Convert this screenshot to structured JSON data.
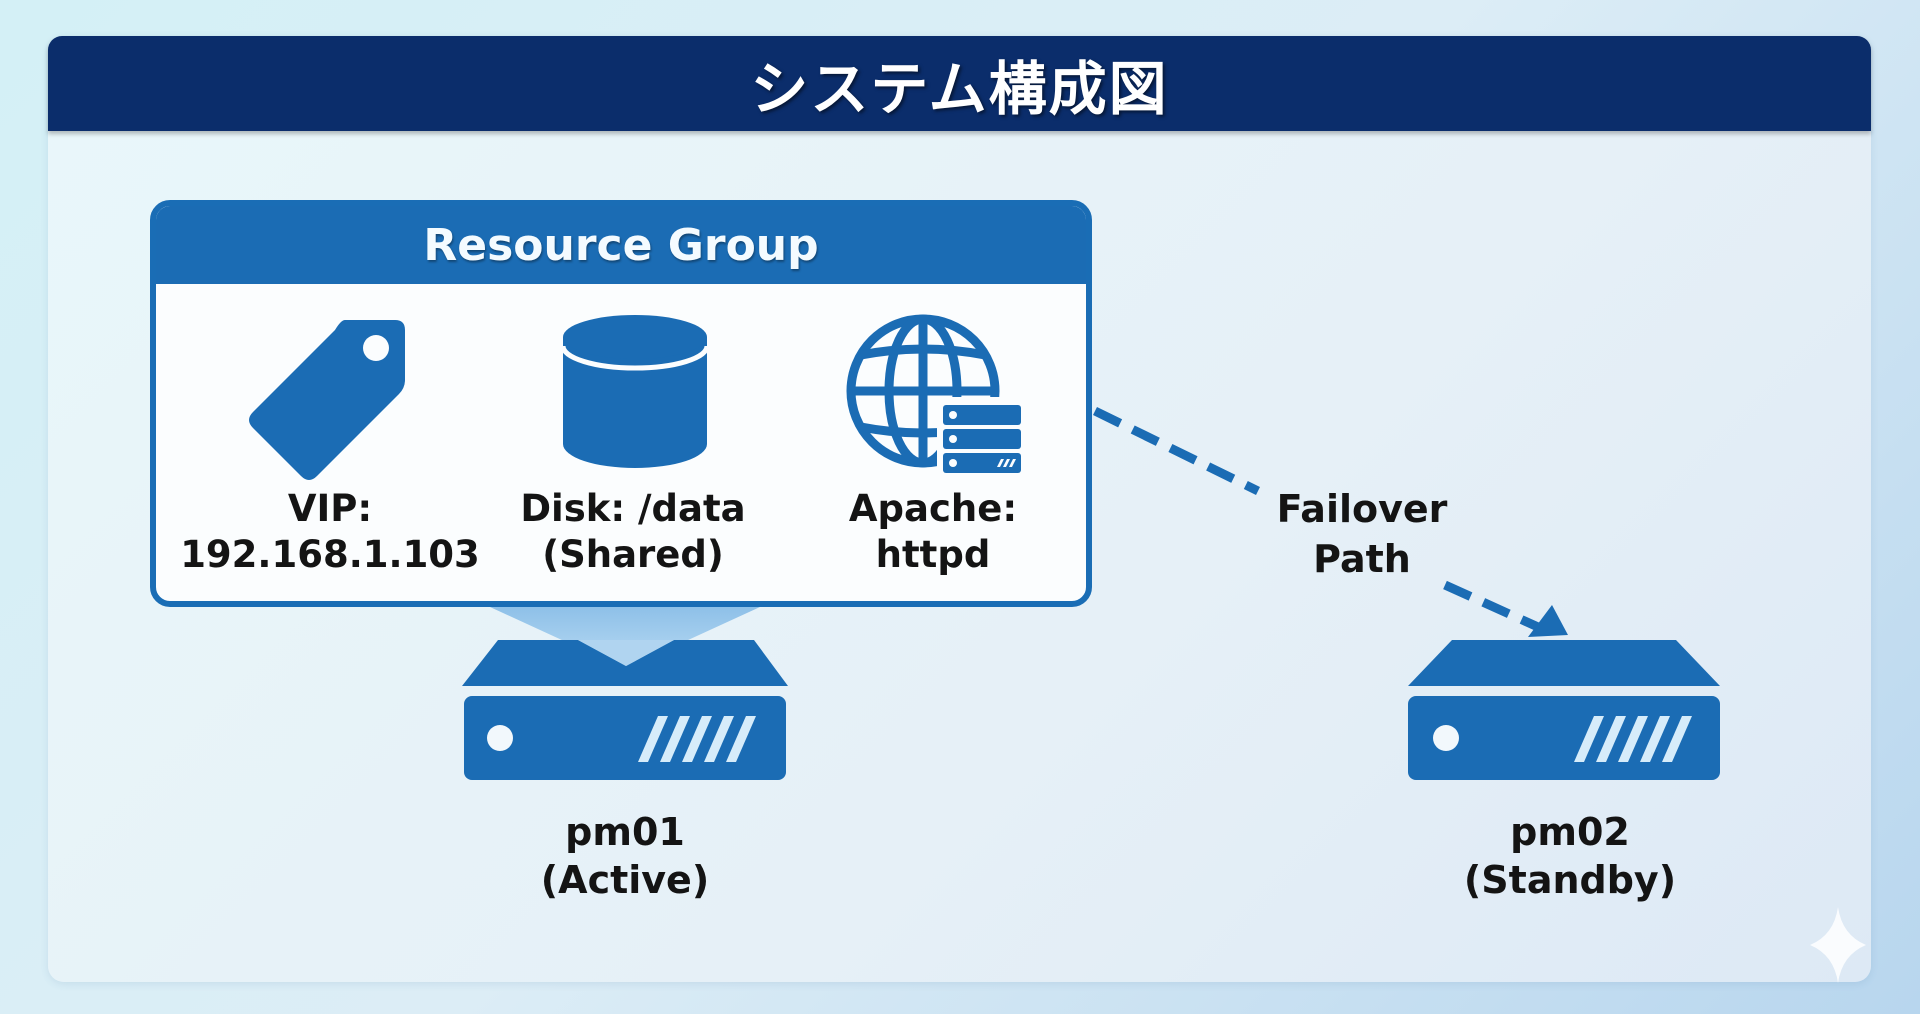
{
  "title": "システム構成図",
  "colors": {
    "header": "#0b2d6b",
    "accent": "#1b6cb4",
    "text": "#141414"
  },
  "resource_group": {
    "title": "Resource Group",
    "resources": [
      {
        "icon": "tag-icon",
        "line1": "VIP:",
        "line2": "192.168.1.103"
      },
      {
        "icon": "database-icon",
        "line1": "Disk: /data",
        "line2": "(Shared)"
      },
      {
        "icon": "web-server-icon",
        "line1": "Apache:",
        "line2": "httpd"
      }
    ]
  },
  "failover": {
    "line1": "Failover",
    "line2": "Path"
  },
  "nodes": [
    {
      "icon": "server-icon",
      "name": "pm01",
      "role": "(Active)"
    },
    {
      "icon": "server-icon",
      "name": "pm02",
      "role": "(Standby)"
    }
  ]
}
